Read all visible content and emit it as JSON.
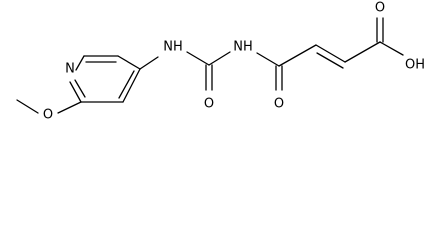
{
  "molecule": {
    "atoms": {
      "n_ring": "N",
      "o_methoxy": "O",
      "nh_aryl": "NH",
      "o_urea": "O",
      "nh_imide": "NH",
      "o_amide": "O",
      "o_acid_carbonyl": "O",
      "oh_acid": "OH"
    }
  },
  "colors": {
    "bond": "#000000",
    "atom_label": "#000000",
    "background": "#ffffff"
  }
}
